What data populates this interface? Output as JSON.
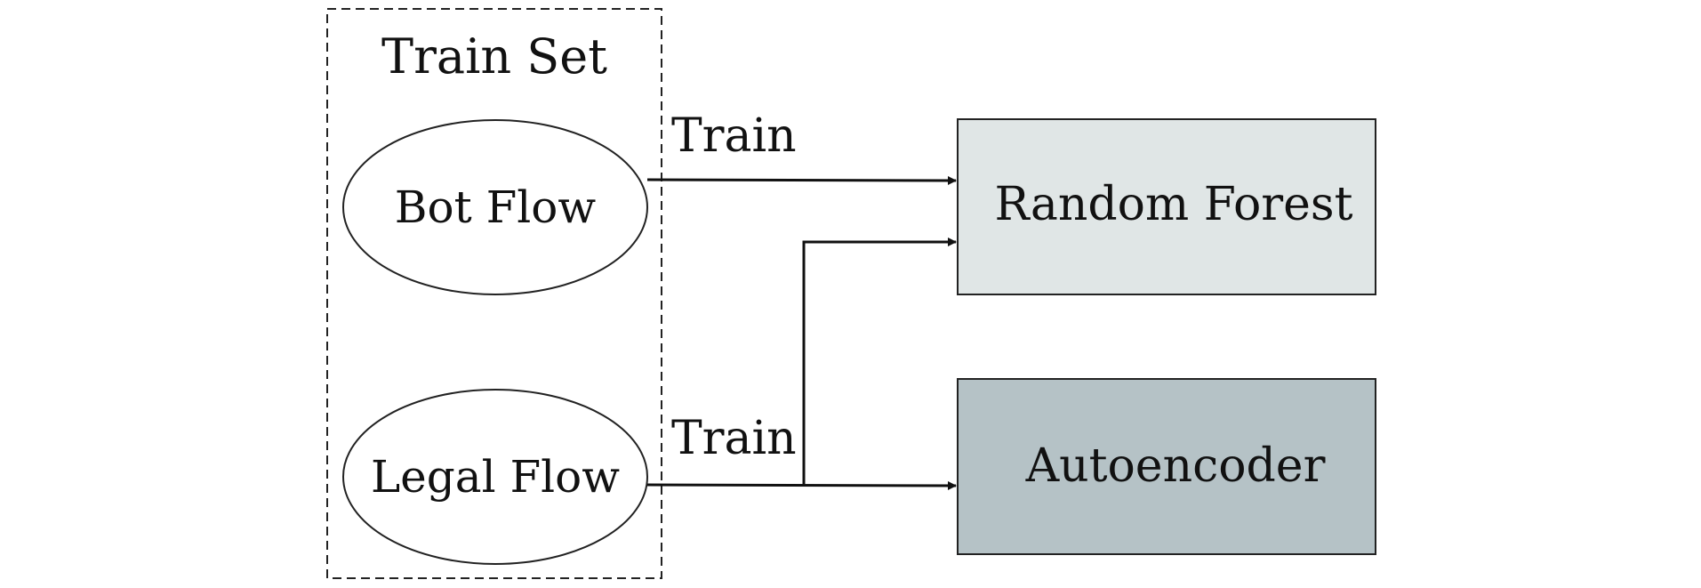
{
  "group": {
    "title": "Train Set"
  },
  "nodes": {
    "bot_flow": {
      "label": "Bot Flow"
    },
    "legal_flow": {
      "label": "Legal Flow"
    },
    "random_forest": {
      "label": "Random Forest",
      "fill": "#e0e6e6"
    },
    "autoencoder": {
      "label": "Autoencoder",
      "fill": "#b5c2c6"
    }
  },
  "edges": {
    "top": {
      "label": "Train",
      "from": "bot_flow",
      "to": "random_forest"
    },
    "bottom": {
      "label": "Train",
      "from": "legal_flow",
      "to": "autoencoder"
    },
    "branch": {
      "from": "legal_flow",
      "to": "random_forest"
    }
  }
}
